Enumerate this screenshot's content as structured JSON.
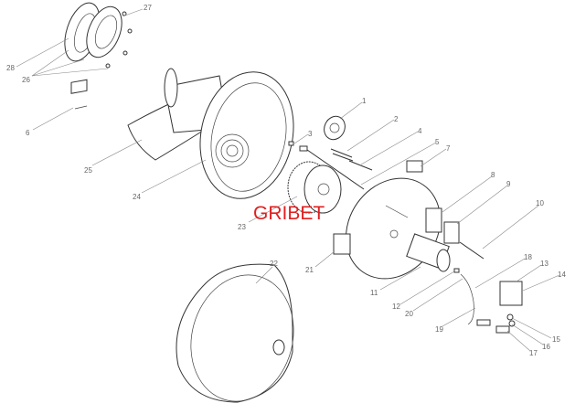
{
  "watermark": "GRIBET",
  "watermark_color": "#e02020",
  "labels": {
    "p1": "1",
    "p2": "2",
    "p3": "3",
    "p4": "4",
    "p5": "5",
    "p6": "6",
    "p7": "7",
    "p8": "8",
    "p9": "9",
    "p10": "10",
    "p11": "11",
    "p12": "12",
    "p13": "13",
    "p14": "14",
    "p15": "15",
    "p16": "16",
    "p17": "17",
    "p18": "18",
    "p19": "19",
    "p20": "20",
    "p21": "21",
    "p22": "22",
    "p23": "23",
    "p24": "24",
    "p25": "25",
    "p26": "26",
    "p27": "27",
    "p28": "28"
  }
}
